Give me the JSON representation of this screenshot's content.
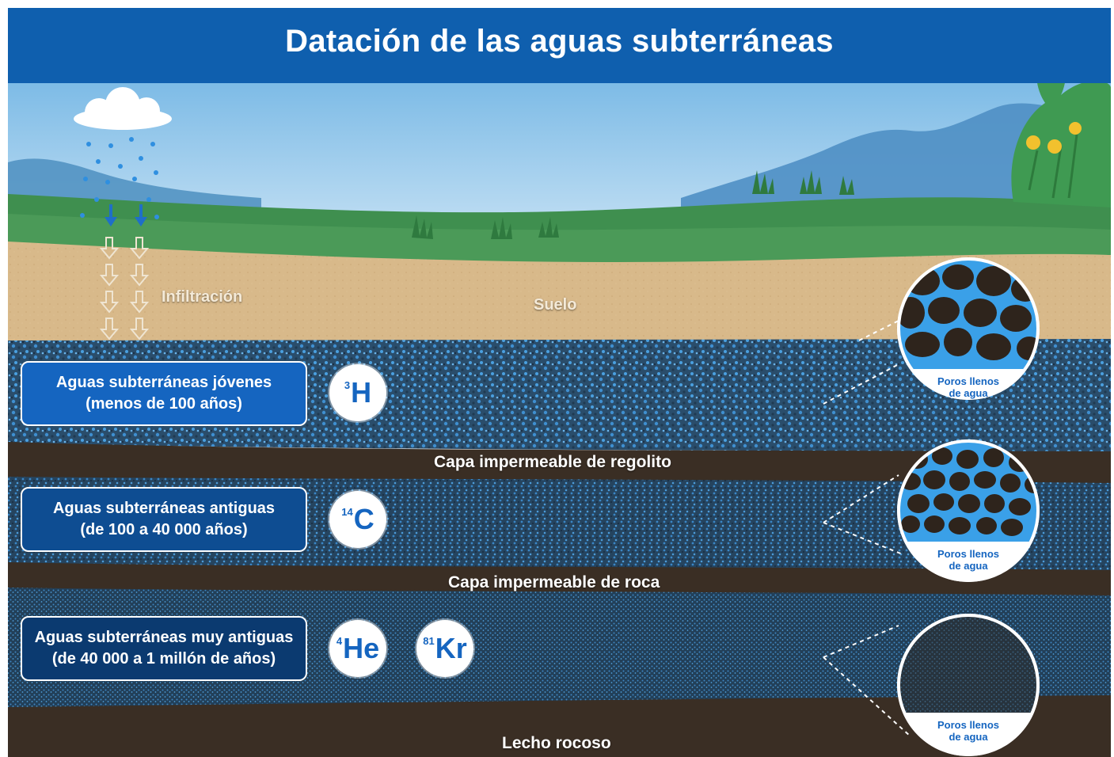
{
  "title": "Datación de las aguas subterráneas",
  "labels": {
    "infiltration": "Infiltración",
    "soil": "Suelo",
    "regolith_layer": "Capa impermeable de regolito",
    "rock_layer": "Capa impermeable de roca",
    "bedrock": "Lecho rocoso"
  },
  "aquifers": [
    {
      "line1": "Aguas subterráneas jóvenes",
      "line2": "(menos de 100 años)",
      "box_color": "#1565c0"
    },
    {
      "line1": "Aguas subterráneas antiguas",
      "line2": "(de 100 a 40 000 años)",
      "box_color": "#0e4d92"
    },
    {
      "line1": "Aguas subterráneas muy antiguas",
      "line2": "(de 40 000 a 1 millón de años)",
      "box_color": "#0b3a70"
    }
  ],
  "isotopes": [
    {
      "mass": "3",
      "symbol": "H"
    },
    {
      "mass": "14",
      "symbol": "C"
    },
    {
      "mass": "4",
      "symbol": "He"
    },
    {
      "mass": "81",
      "symbol": "Kr"
    }
  ],
  "pores": [
    {
      "caption_line1": "Poros llenos",
      "caption_line2": "de agua"
    },
    {
      "caption_line1": "Poros llenos",
      "caption_line2": "de agua"
    },
    {
      "caption_line1": "Poros llenos",
      "caption_line2": "de agua"
    }
  ],
  "colors": {
    "banner": "#0f5fae",
    "sky": "#a9d3f0",
    "grass": "#3f8f4f",
    "soil": "#d8b98a",
    "aquifer": "#2d5f86",
    "impermeable": "#3a2e24",
    "water_drop": "#2f8fe0"
  }
}
